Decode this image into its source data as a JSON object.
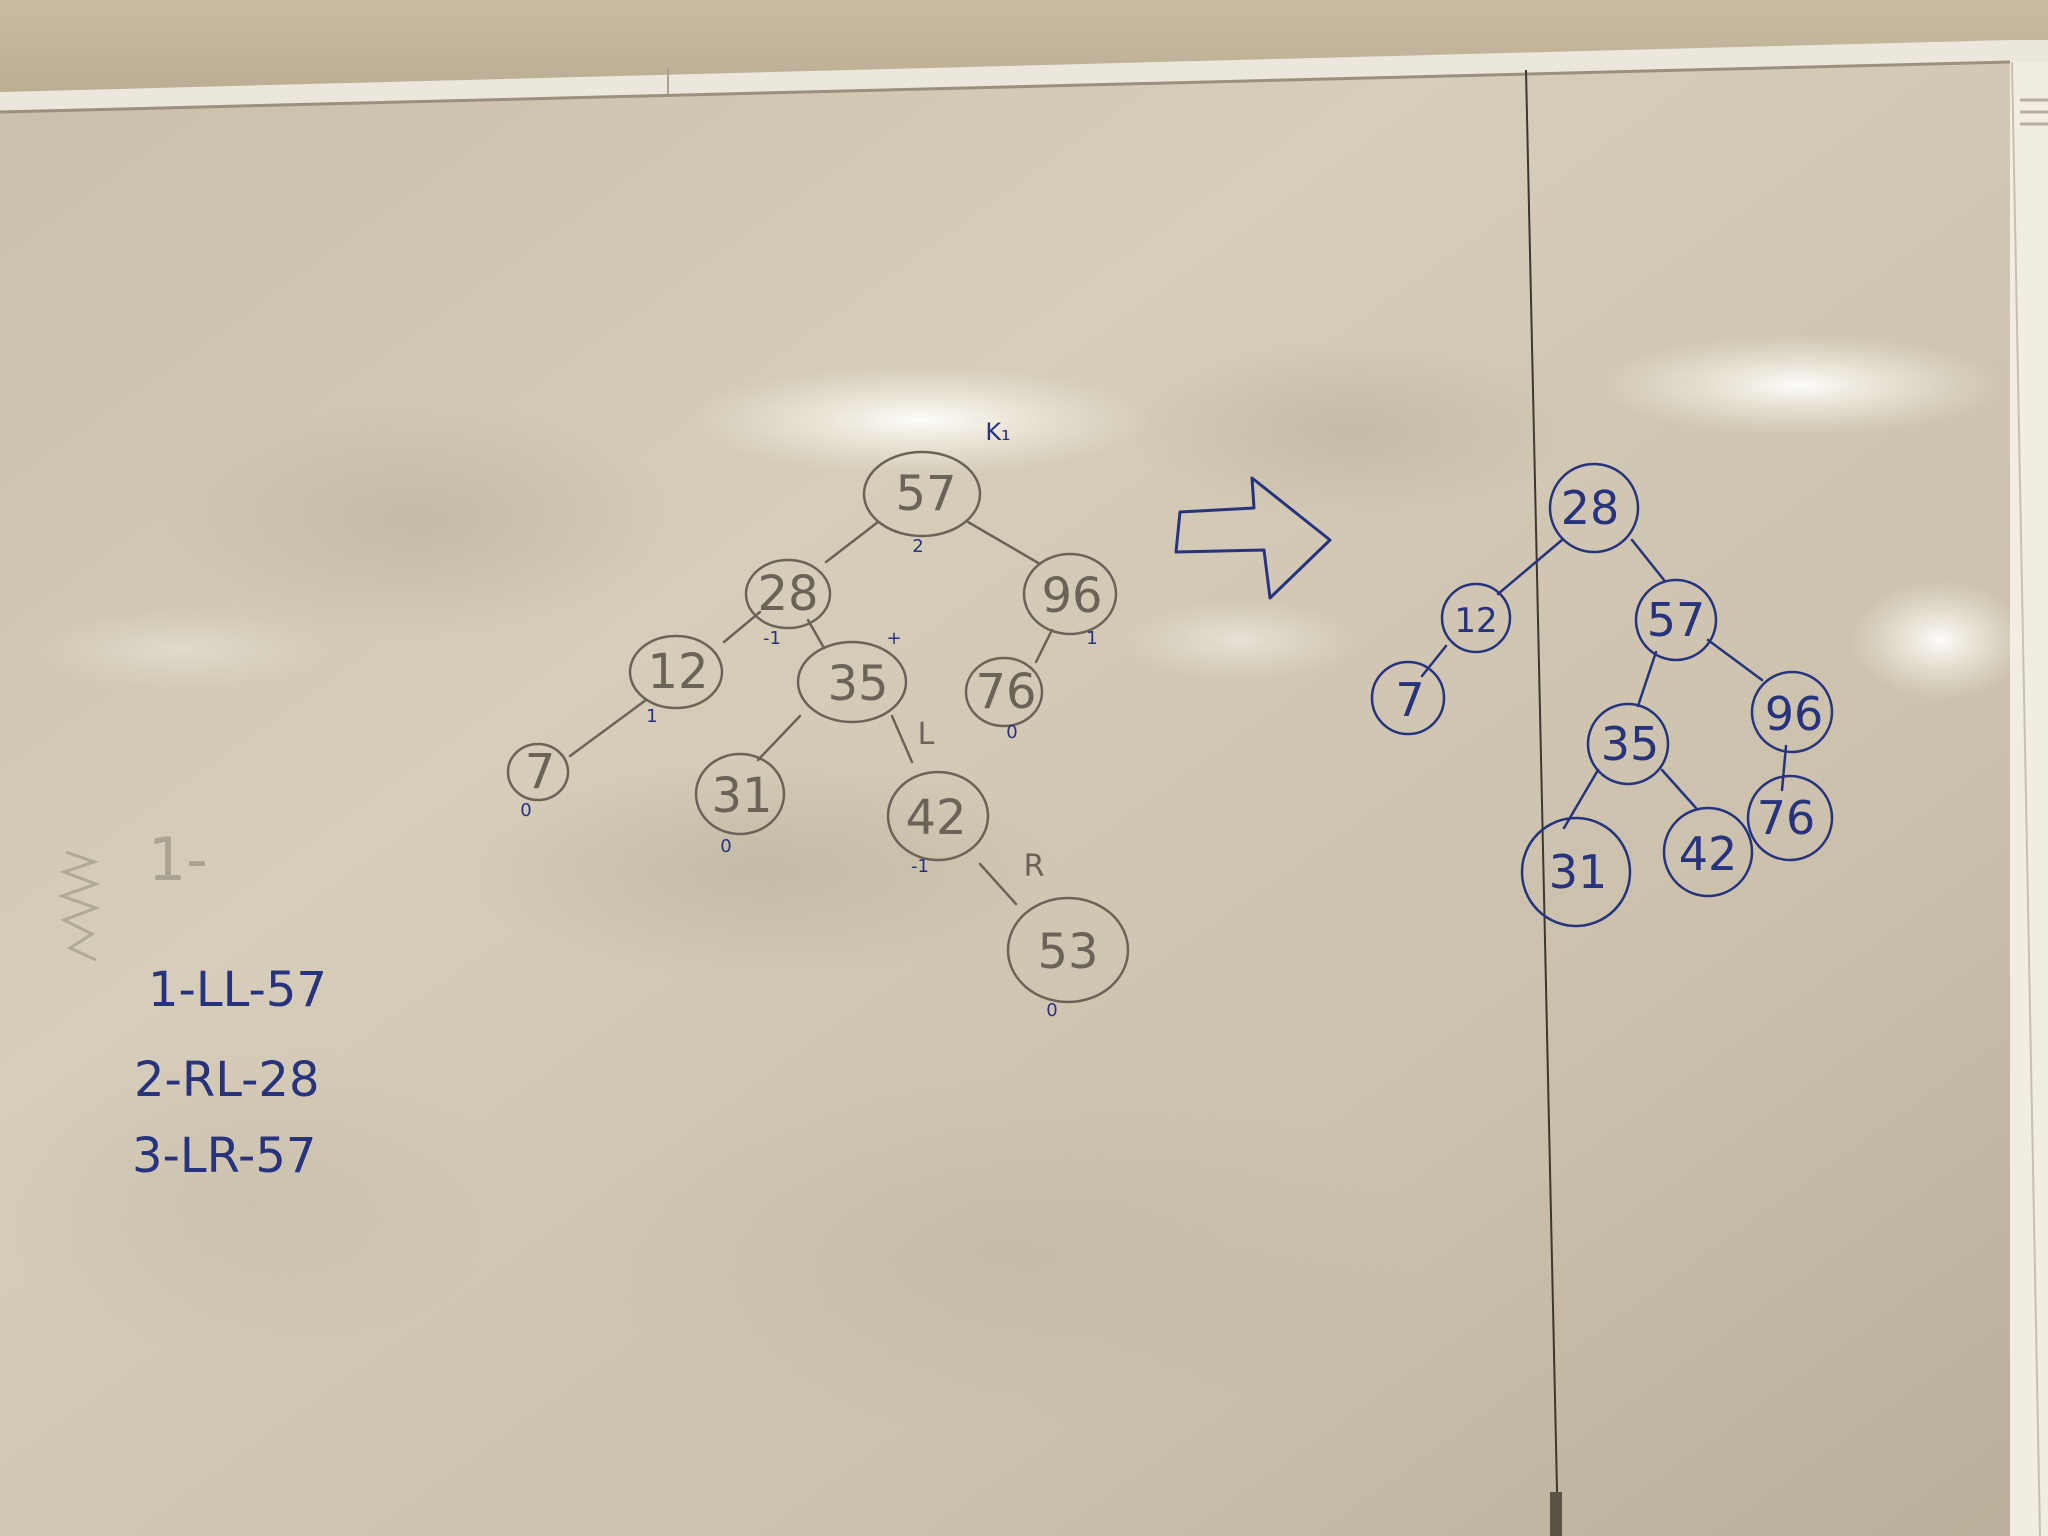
{
  "board": {
    "old_tree": {
      "root_mark": "K₁",
      "nodes": [
        {
          "id": "n57",
          "label": "57"
        },
        {
          "id": "n28",
          "label": "28"
        },
        {
          "id": "n96",
          "label": "96"
        },
        {
          "id": "n12",
          "label": "12"
        },
        {
          "id": "n35",
          "label": "35"
        },
        {
          "id": "n76",
          "label": "76"
        },
        {
          "id": "n7",
          "label": "7"
        },
        {
          "id": "n31",
          "label": "31"
        },
        {
          "id": "n42",
          "label": "42"
        },
        {
          "id": "n53",
          "label": "53"
        }
      ],
      "balance_factors": [
        {
          "id": "bf57",
          "label": "2"
        },
        {
          "id": "bf28",
          "label": "-1"
        },
        {
          "id": "bf35",
          "label": "+"
        },
        {
          "id": "bf96",
          "label": "1"
        },
        {
          "id": "bf12",
          "label": "1"
        },
        {
          "id": "bf76",
          "label": "0"
        },
        {
          "id": "bf7",
          "label": "0"
        },
        {
          "id": "bf31",
          "label": "0"
        },
        {
          "id": "bf42",
          "label": "-1"
        },
        {
          "id": "bf53",
          "label": "0"
        }
      ],
      "direction_marks": [
        {
          "id": "dirL",
          "label": "L"
        },
        {
          "id": "dirR",
          "label": "R"
        }
      ]
    },
    "new_tree": {
      "nodes": [
        {
          "id": "m28",
          "label": "28"
        },
        {
          "id": "m12",
          "label": "12"
        },
        {
          "id": "m57",
          "label": "57"
        },
        {
          "id": "m7",
          "label": "7"
        },
        {
          "id": "m35",
          "label": "35"
        },
        {
          "id": "m96",
          "label": "96"
        },
        {
          "id": "m31",
          "label": "31"
        },
        {
          "id": "m42",
          "label": "42"
        },
        {
          "id": "m76",
          "label": "76"
        }
      ]
    },
    "notes": {
      "heading": "1-",
      "lines": [
        "1-LL-57",
        "2-RL-28",
        "3-LR-57"
      ]
    },
    "colors": {
      "board": "#d8cfbd",
      "gray_marker": "#6b6357",
      "blue_marker": "#27337d"
    }
  }
}
